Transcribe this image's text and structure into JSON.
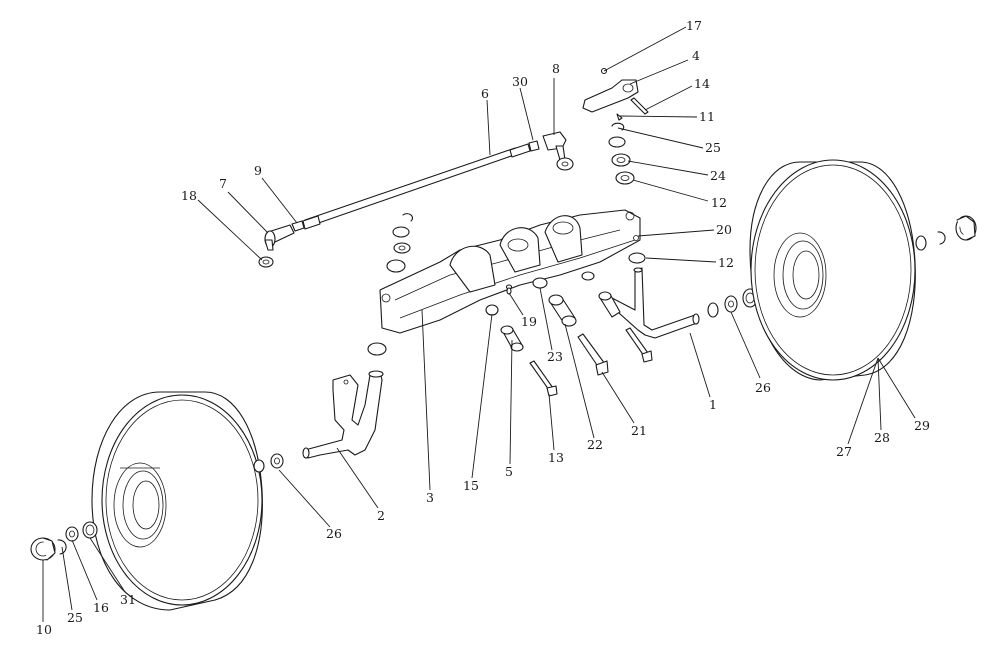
{
  "diagram": {
    "callouts": [
      {
        "id": "1",
        "label": "1"
      },
      {
        "id": "2",
        "label": "2"
      },
      {
        "id": "3",
        "label": "3"
      },
      {
        "id": "4",
        "label": "4"
      },
      {
        "id": "5",
        "label": "5"
      },
      {
        "id": "6",
        "label": "6"
      },
      {
        "id": "7",
        "label": "7"
      },
      {
        "id": "8",
        "label": "8"
      },
      {
        "id": "9",
        "label": "9"
      },
      {
        "id": "10",
        "label": "10"
      },
      {
        "id": "11",
        "label": "11"
      },
      {
        "id": "12a",
        "label": "12"
      },
      {
        "id": "12b",
        "label": "12"
      },
      {
        "id": "13",
        "label": "13"
      },
      {
        "id": "14",
        "label": "14"
      },
      {
        "id": "15",
        "label": "15"
      },
      {
        "id": "16",
        "label": "16"
      },
      {
        "id": "17",
        "label": "17"
      },
      {
        "id": "18",
        "label": "18"
      },
      {
        "id": "19",
        "label": "19"
      },
      {
        "id": "20",
        "label": "20"
      },
      {
        "id": "21",
        "label": "21"
      },
      {
        "id": "22",
        "label": "22"
      },
      {
        "id": "23",
        "label": "23"
      },
      {
        "id": "24",
        "label": "24"
      },
      {
        "id": "25a",
        "label": "25"
      },
      {
        "id": "25b",
        "label": "25"
      },
      {
        "id": "26a",
        "label": "26"
      },
      {
        "id": "26b",
        "label": "26"
      },
      {
        "id": "27",
        "label": "27"
      },
      {
        "id": "28",
        "label": "28"
      },
      {
        "id": "29",
        "label": "29"
      },
      {
        "id": "30",
        "label": "30"
      },
      {
        "id": "31",
        "label": "31"
      }
    ]
  }
}
